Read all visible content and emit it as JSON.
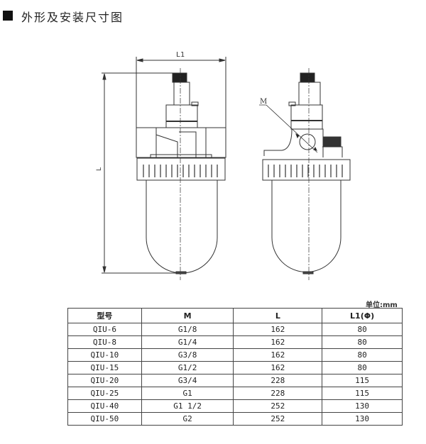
{
  "title": "外形及安装尺寸图",
  "drawing": {
    "label_l1": "L1",
    "label_l": "L",
    "label_m": "M"
  },
  "unit": "单位:mm",
  "table": {
    "headers": [
      "型号",
      "M",
      "L",
      "L1(Φ)"
    ],
    "rows": [
      [
        "QIU-6",
        "G1/8",
        "162",
        "80"
      ],
      [
        "QIU-8",
        "G1/4",
        "162",
        "80"
      ],
      [
        "QIU-10",
        "G3/8",
        "162",
        "80"
      ],
      [
        "QIU-15",
        "G1/2",
        "162",
        "80"
      ],
      [
        "QIU-20",
        "G3/4",
        "228",
        "115"
      ],
      [
        "QIU-25",
        "G1",
        "228",
        "115"
      ],
      [
        "QIU-40",
        "G1 1/2",
        "252",
        "130"
      ],
      [
        "QIU-50",
        "G2",
        "252",
        "130"
      ]
    ]
  }
}
